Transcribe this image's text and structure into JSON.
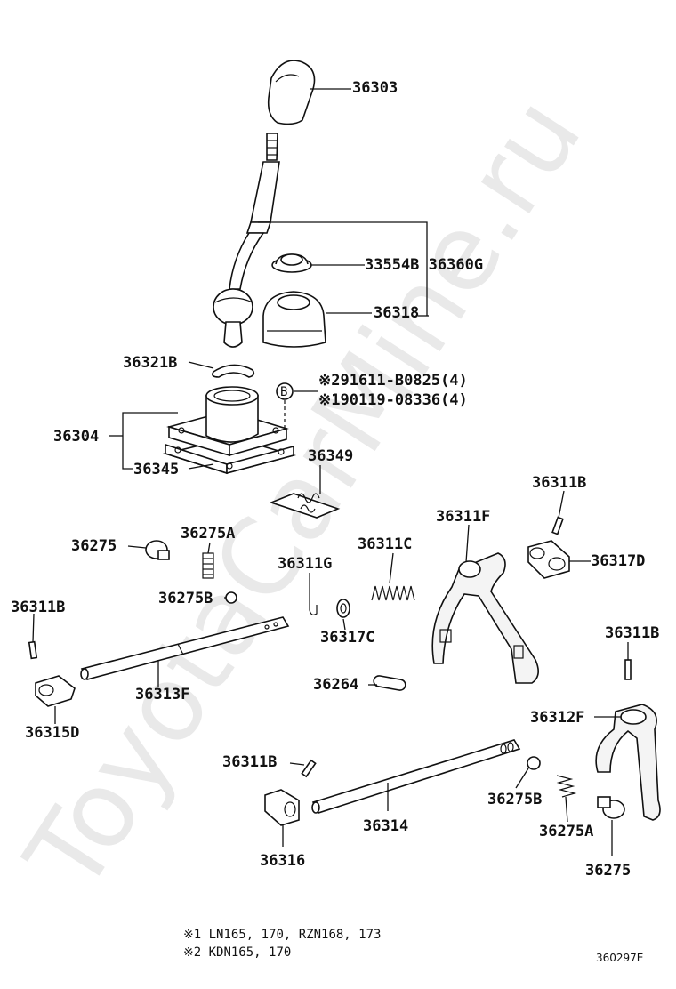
{
  "watermark": "ToyotaCarMine.ru",
  "diagram_code": "360297E",
  "labels": {
    "l36303": "36303",
    "l33554b_36360g": "33554B 36360G",
    "l36318": "36318",
    "l36321b": "36321B",
    "b_marker": "B",
    "bolt_note2": "※291611-B0825(4)",
    "bolt_note1": "※190119-08336(4)",
    "l36304": "36304",
    "l36345": "36345",
    "l36349": "36349",
    "l36311b_a": "36311B",
    "l36311f": "36311F",
    "l36317d": "36317D",
    "l36275_a": "36275",
    "l36275a_a": "36275A",
    "l36311c": "36311C",
    "l36311g": "36311G",
    "l36275b_a": "36275B",
    "l36311b_b": "36311B",
    "l36317c": "36317C",
    "l36311b_c": "36311B",
    "l36313f": "36313F",
    "l36264": "36264",
    "l36315d": "36315D",
    "l36312f": "36312F",
    "l36311b_d": "36311B",
    "l36275b_b": "36275B",
    "l36314": "36314",
    "l36275a_b": "36275A",
    "l36316": "36316",
    "l36275_b": "36275"
  },
  "footnotes": {
    "note1": "※1 LN165, 170, RZN168, 173",
    "note2": "※2 KDN165, 170"
  }
}
